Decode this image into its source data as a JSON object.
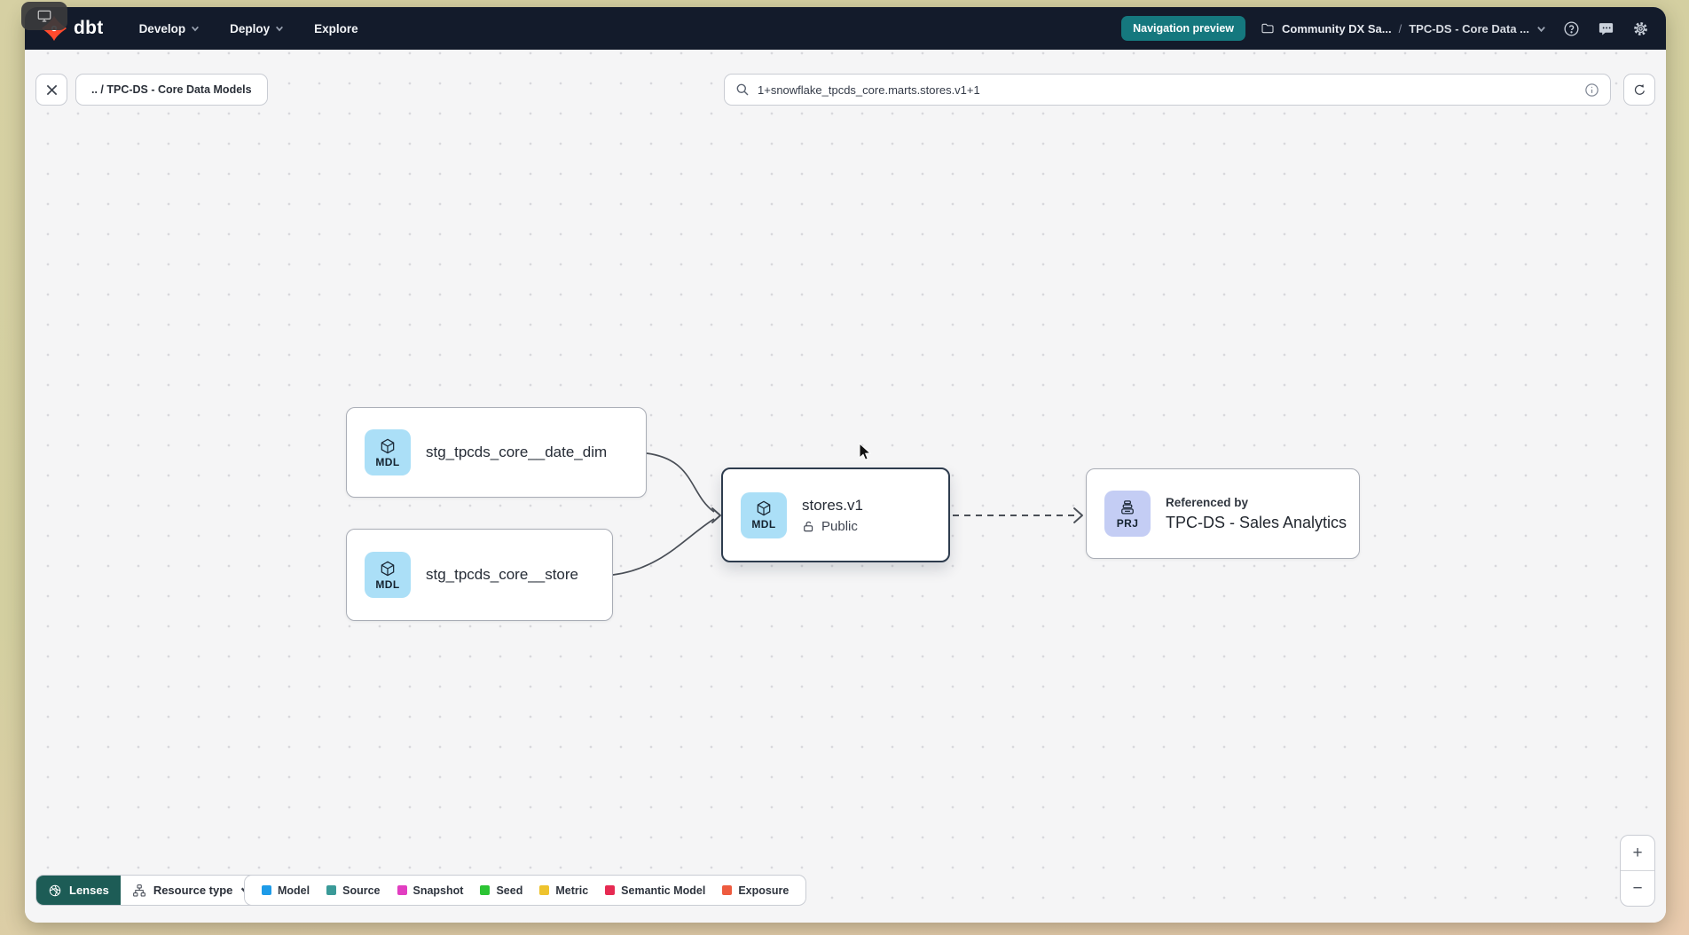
{
  "topnav": {
    "logo_text": "dbt",
    "menus": [
      {
        "label": "Develop"
      },
      {
        "label": "Deploy"
      },
      {
        "label": "Explore"
      }
    ],
    "preview_badge": "Navigation preview",
    "breadcrumb": {
      "account": "Community DX Sa...",
      "separator": "/",
      "project": "TPC-DS - Core Data ..."
    },
    "colors": {
      "bar_bg": "#131b2b",
      "badge_teal": "#15787e",
      "dbt_orange": "#ff4a2d"
    }
  },
  "toolbar": {
    "path_chip": ".. / TPC-DS - Core Data Models",
    "search_value": "1+snowflake_tpcds_core.marts.stores.v1+1"
  },
  "graph": {
    "nodes": [
      {
        "id": "date_dim",
        "badge": "MDL",
        "label": "stg_tpcds_core__date_dim"
      },
      {
        "id": "store",
        "badge": "MDL",
        "label": "stg_tpcds_core__store"
      },
      {
        "id": "stores_v1",
        "badge": "MDL",
        "label": "stores.v1",
        "access": "Public",
        "selected": true
      },
      {
        "id": "referenced",
        "badge": "PRJ",
        "label": "Referenced by",
        "project": "TPC-DS - Sales Analytics"
      }
    ],
    "badge_colors": {
      "model": "#abdff7",
      "project": "#c4cdf4"
    }
  },
  "footer": {
    "lenses_label": "Lenses",
    "resource_type_label": "Resource type",
    "legend": [
      {
        "label": "Model",
        "color": "#1e9be8"
      },
      {
        "label": "Source",
        "color": "#3a9a98"
      },
      {
        "label": "Snapshot",
        "color": "#e23ec1"
      },
      {
        "label": "Seed",
        "color": "#2cc434"
      },
      {
        "label": "Metric",
        "color": "#eec32e"
      },
      {
        "label": "Semantic Model",
        "color": "#e62a52"
      },
      {
        "label": "Exposure",
        "color": "#ee5b3f"
      }
    ]
  },
  "zoom_controls": {
    "zoom_in": "+",
    "zoom_out": "−"
  }
}
